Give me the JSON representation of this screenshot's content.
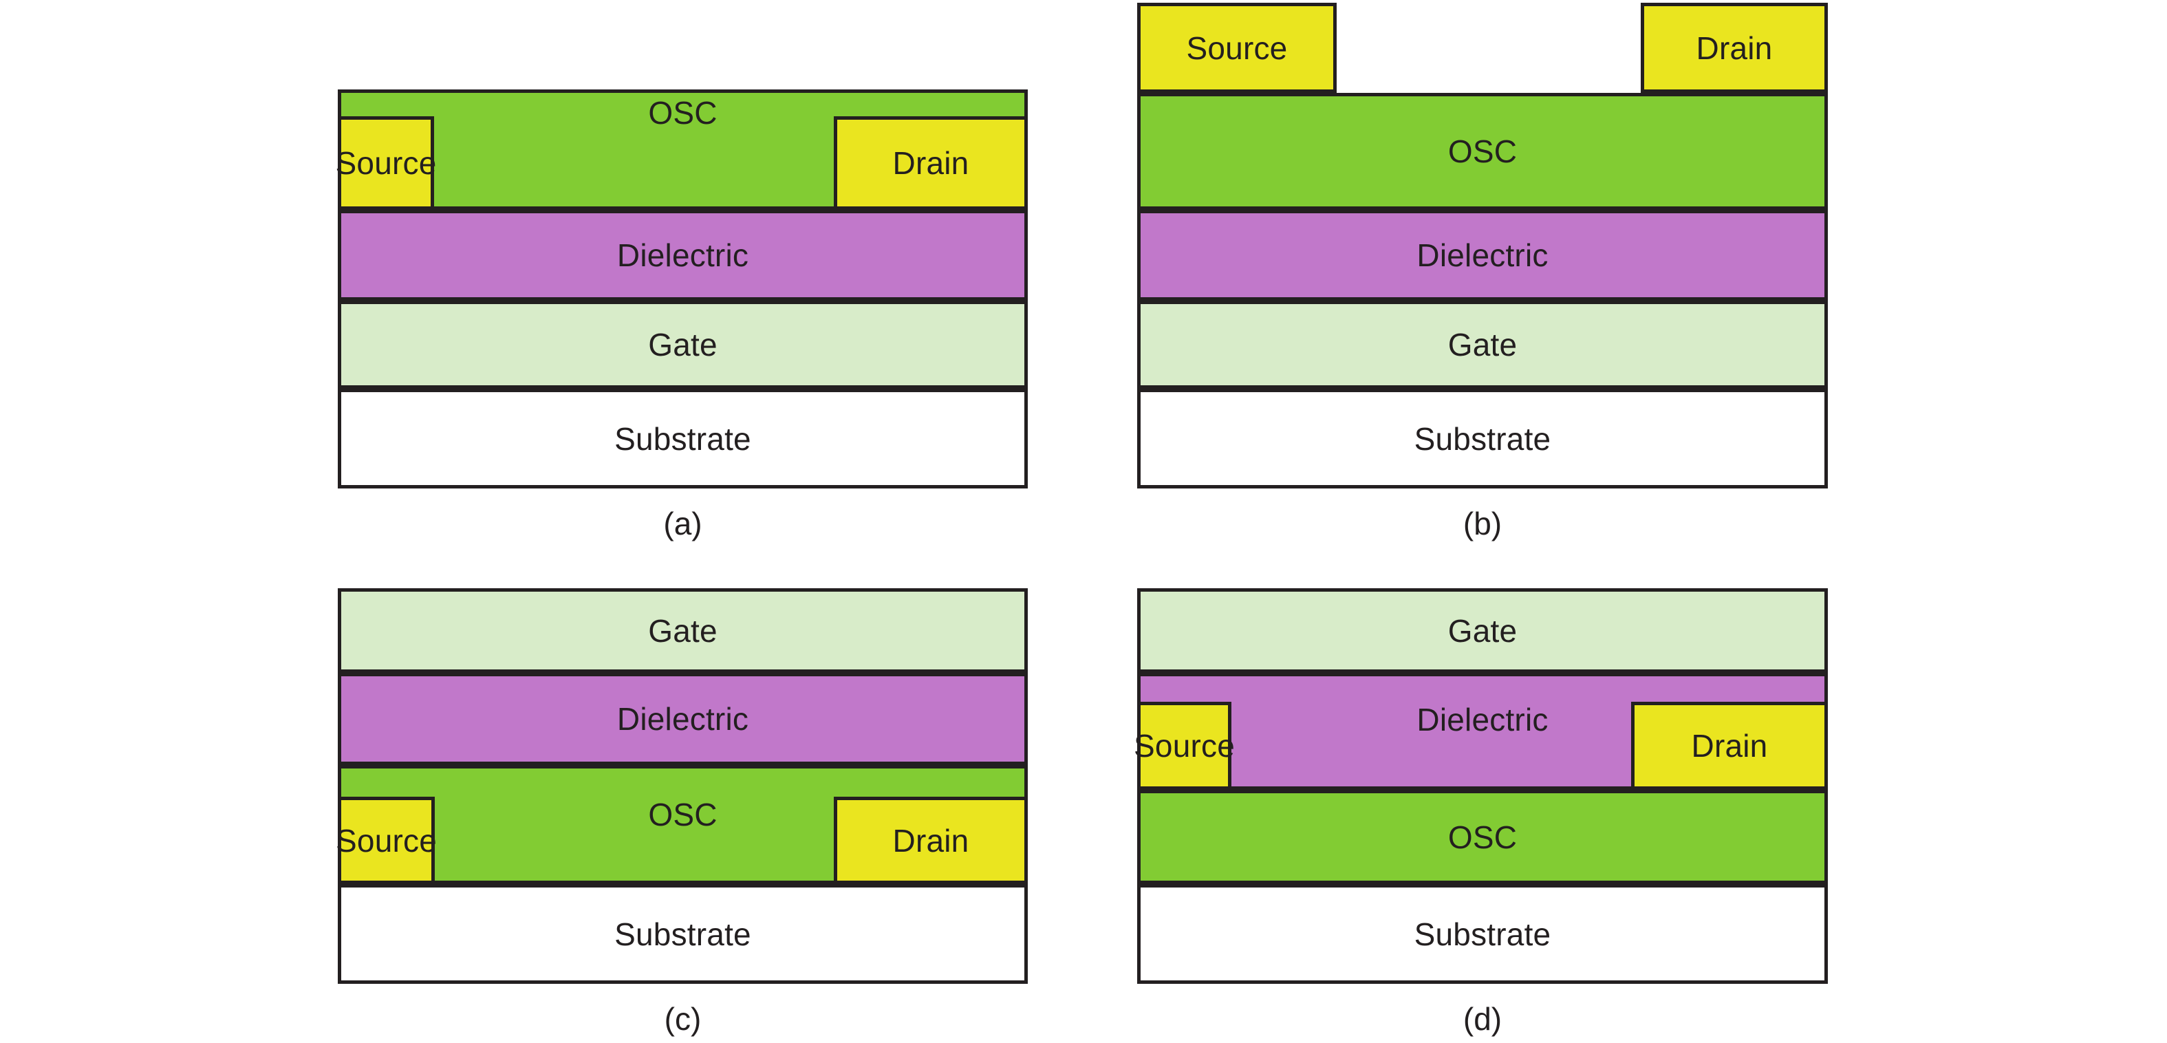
{
  "figure": {
    "title": "Organic field-effect transistor device architectures",
    "colors": {
      "osc": "#82cc33",
      "dielectric": "#c178ca",
      "gate": "#d8ecc9",
      "substrate": "#ffffff",
      "contact": "#eae51f",
      "outline": "#231f20",
      "background": "#ffffff"
    },
    "labels": {
      "source": "Source",
      "drain": "Drain",
      "osc": "OSC",
      "dielectric": "Dielectric",
      "gate": "Gate",
      "substrate": "Substrate"
    }
  },
  "panels": [
    {
      "id": "a",
      "caption": "(a)",
      "architecture": "bottom-gate bottom-contact",
      "layers": [
        {
          "name": "osc",
          "label": "OSC"
        },
        {
          "name": "source",
          "label": "Source"
        },
        {
          "name": "drain",
          "label": "Drain"
        },
        {
          "name": "dielectric",
          "label": "Dielectric"
        },
        {
          "name": "gate",
          "label": "Gate"
        },
        {
          "name": "substrate",
          "label": "Substrate"
        }
      ]
    },
    {
      "id": "b",
      "caption": "(b)",
      "architecture": "bottom-gate top-contact",
      "layers": [
        {
          "name": "source",
          "label": "Source"
        },
        {
          "name": "drain",
          "label": "Drain"
        },
        {
          "name": "osc",
          "label": "OSC"
        },
        {
          "name": "dielectric",
          "label": "Dielectric"
        },
        {
          "name": "gate",
          "label": "Gate"
        },
        {
          "name": "substrate",
          "label": "Substrate"
        }
      ]
    },
    {
      "id": "c",
      "caption": "(c)",
      "architecture": "top-gate bottom-contact",
      "layers": [
        {
          "name": "gate",
          "label": "Gate"
        },
        {
          "name": "dielectric",
          "label": "Dielectric"
        },
        {
          "name": "osc",
          "label": "OSC"
        },
        {
          "name": "source",
          "label": "Source"
        },
        {
          "name": "drain",
          "label": "Drain"
        },
        {
          "name": "substrate",
          "label": "Substrate"
        }
      ]
    },
    {
      "id": "d",
      "caption": "(d)",
      "architecture": "top-gate top-contact",
      "layers": [
        {
          "name": "gate",
          "label": "Gate"
        },
        {
          "name": "dielectric",
          "label": "Dielectric"
        },
        {
          "name": "source",
          "label": "Source"
        },
        {
          "name": "drain",
          "label": "Drain"
        },
        {
          "name": "osc",
          "label": "OSC"
        },
        {
          "name": "substrate",
          "label": "Substrate"
        }
      ]
    }
  ]
}
